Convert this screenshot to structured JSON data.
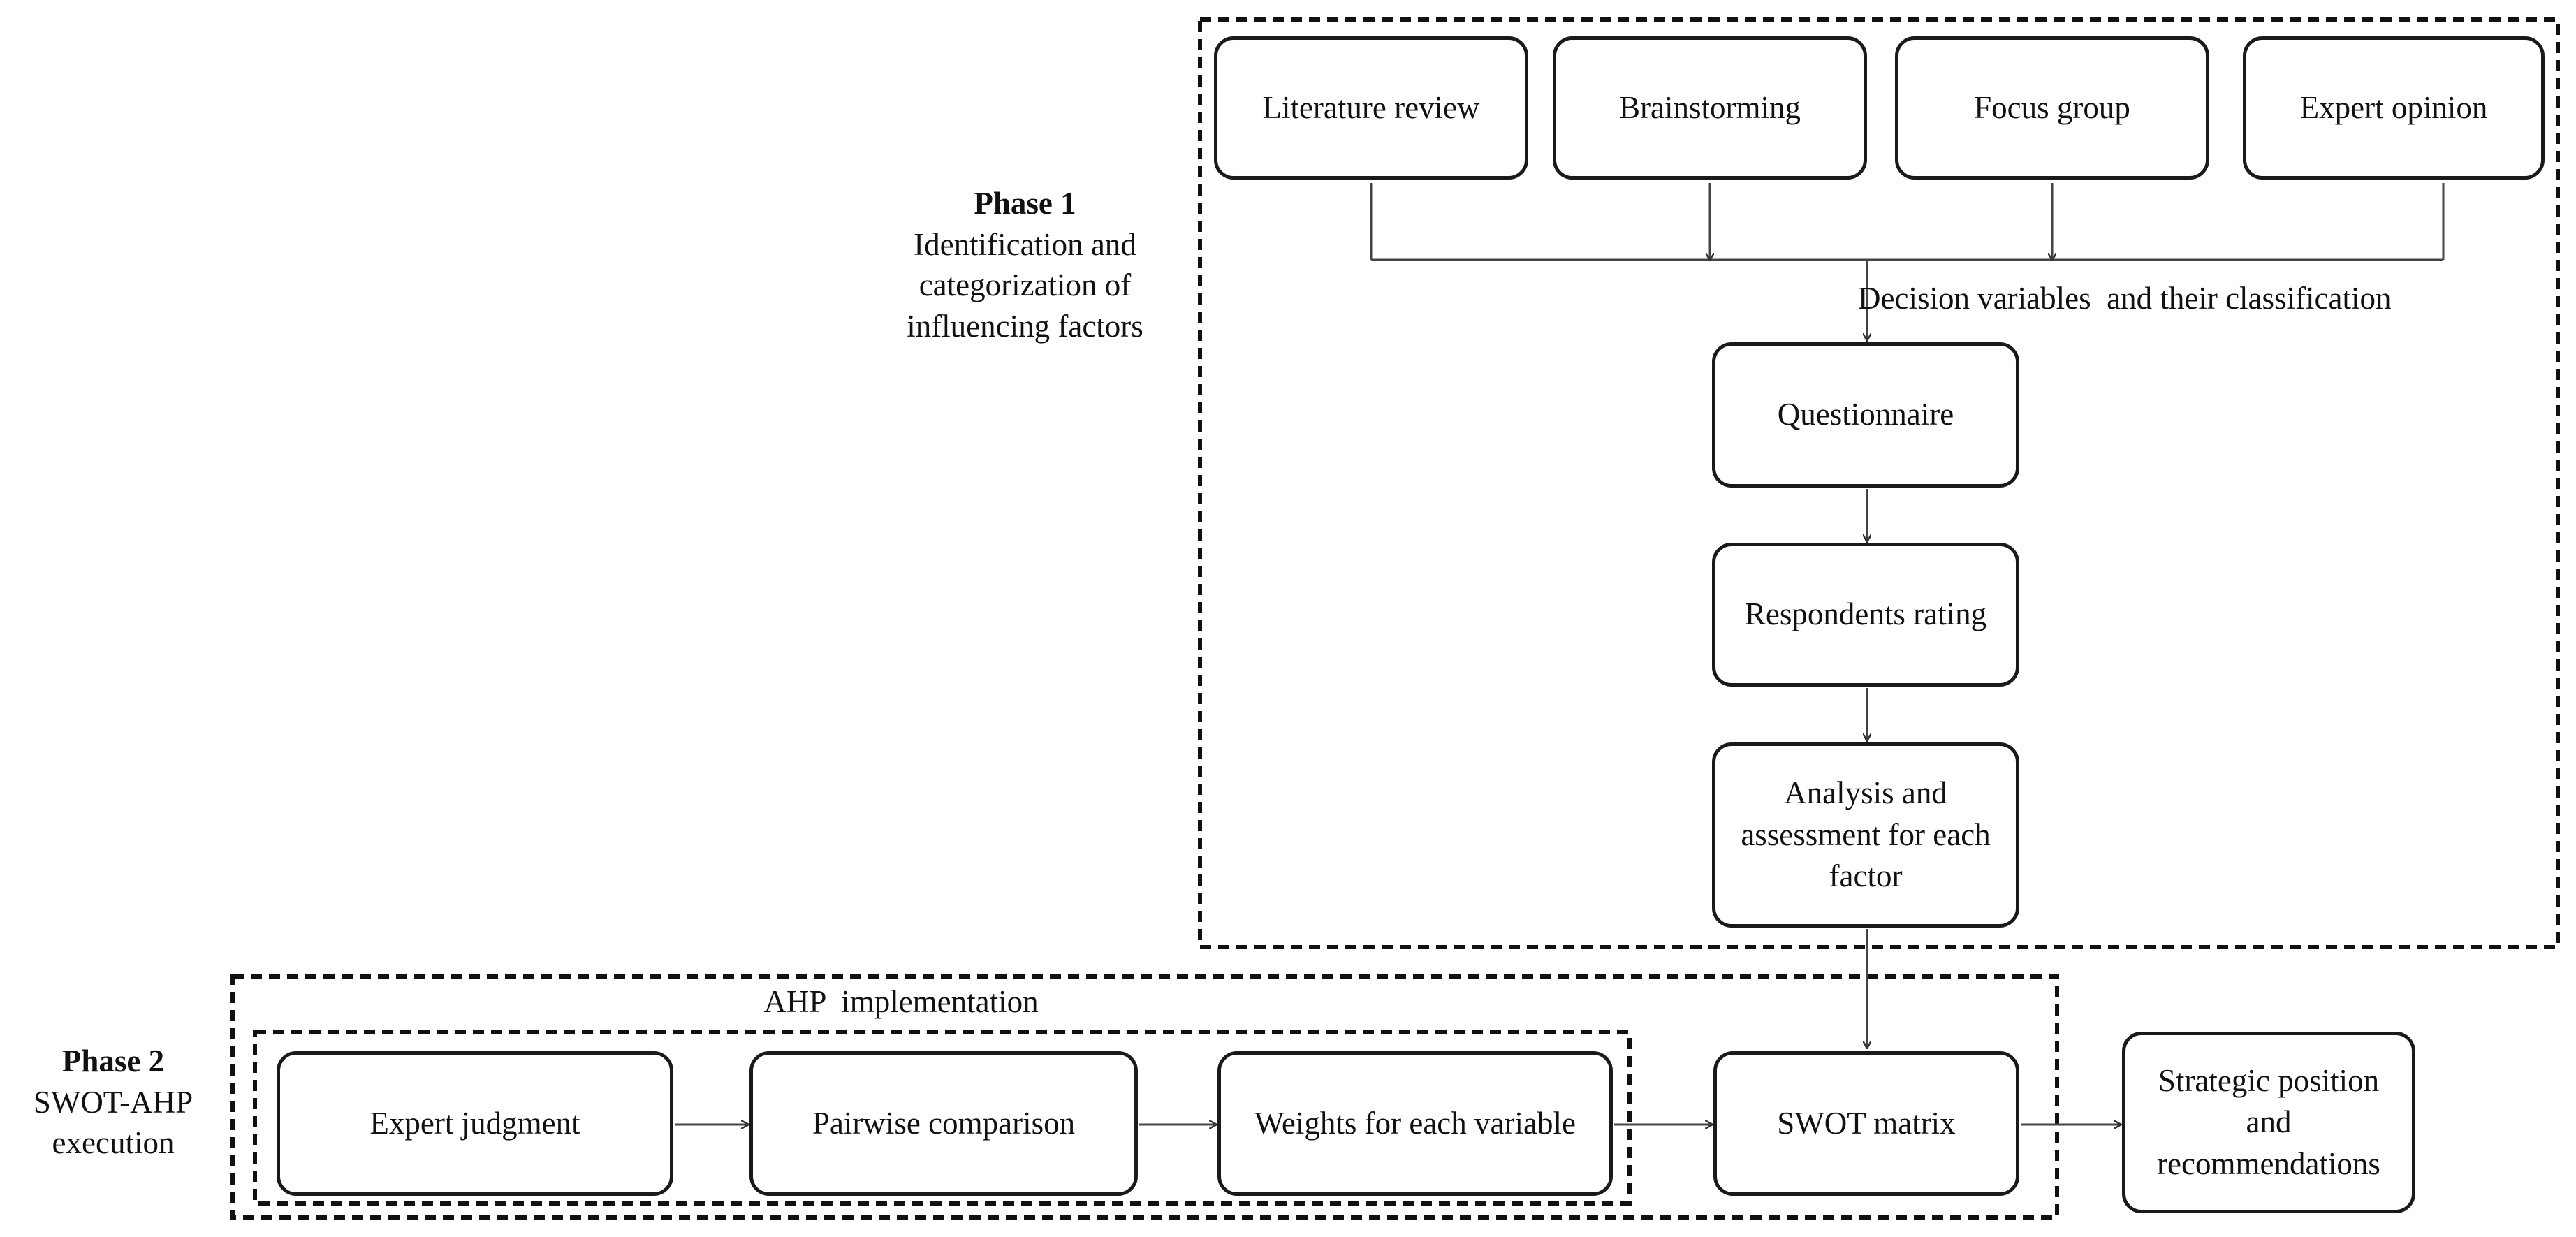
{
  "phase1": {
    "title": "Phase 1",
    "subtitle": "Identification and categorization of influencing factors"
  },
  "phase2": {
    "title": "Phase 2",
    "subtitle": "SWOT-AHP execution"
  },
  "ahp_group_label": "AHP  implementation",
  "sources": {
    "literature_review": "Literature review",
    "brainstorming": "Brainstorming",
    "focus_group": "Focus group",
    "expert_opinion": "Expert opinion"
  },
  "decision_variables_label": "Decision variables  and their classification",
  "steps": {
    "questionnaire": "Questionnaire",
    "respondents_rating": "Respondents rating",
    "analysis": "Analysis and assessment for each factor",
    "expert_judgment": "Expert judgment",
    "pairwise_comparison": "Pairwise comparison",
    "weights": "Weights for each variable",
    "swot_matrix": "SWOT matrix",
    "strategic_position": "Strategic position and recommendations"
  }
}
